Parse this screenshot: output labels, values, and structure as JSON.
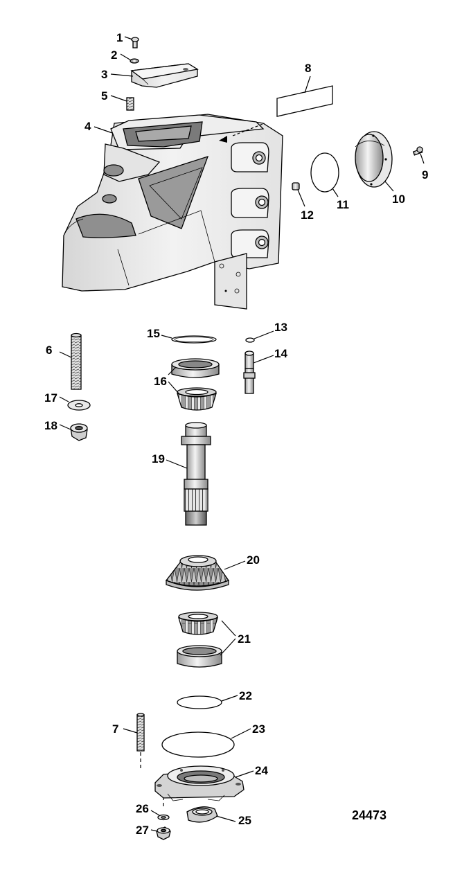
{
  "figure_number": "24473",
  "callouts": {
    "c1": "1",
    "c2": "2",
    "c3": "3",
    "c4": "4",
    "c5": "5",
    "c6": "6",
    "c7": "7",
    "c8": "8",
    "c9": "9",
    "c10": "10",
    "c11": "11",
    "c12": "12",
    "c13": "13",
    "c14": "14",
    "c15": "15",
    "c16": "16",
    "c17": "17",
    "c18": "18",
    "c19": "19",
    "c20": "20",
    "c21": "21",
    "c22": "22",
    "c23": "23",
    "c24": "24",
    "c25": "25",
    "c26": "26",
    "c27": "27"
  },
  "colors": {
    "ink": "#000000",
    "shade_light": "#e8e8e8",
    "shade_mid": "#bdbdbd",
    "shade_dark": "#7a7a7a",
    "background": "#ffffff"
  }
}
